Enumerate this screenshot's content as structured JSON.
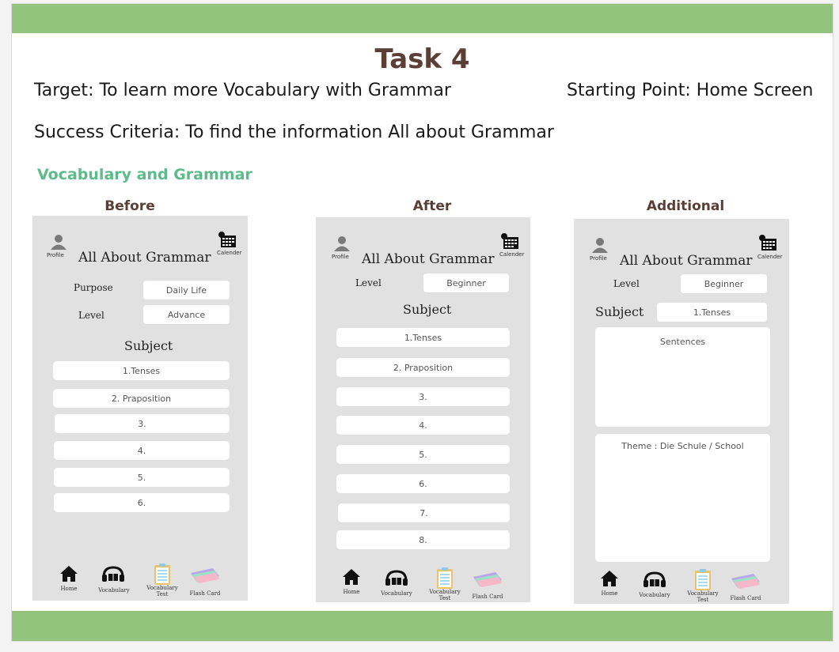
{
  "task": {
    "title": "Task 4",
    "target": "Target: To learn more Vocabulary with Grammar",
    "starting_point": "Starting Point: Home Screen",
    "success_criteria": "Success Criteria: To find the information All about Grammar",
    "section_heading": "Vocabulary and Grammar"
  },
  "colors": {
    "band": "#93c47d",
    "heading": "#5dbb8a",
    "title": "#5b3f37",
    "phone_bg": "#e1e1e1"
  },
  "phone_common": {
    "profile_label": "Profile",
    "calendar_label": "Calender",
    "app_title": "All About Grammar",
    "profile_icon": "profile-icon",
    "calendar_icon": "calendar-icon",
    "nav": {
      "home": "Home",
      "vocabulary": "Vocabulary",
      "vocabulary_test_1": "Vocabulary",
      "vocabulary_test_2": "Test",
      "flash_card": "Flash Card"
    }
  },
  "before": {
    "label": "Before",
    "purpose_label": "Purpose",
    "purpose_value": "Daily Life",
    "level_label": "Level",
    "level_value": "Advance",
    "subject_label": "Subject",
    "items": [
      "1.Tenses",
      "2. Praposition",
      "3.",
      "4.",
      "5.",
      "6."
    ]
  },
  "after": {
    "label": "After",
    "level_label": "Level",
    "level_value": "Beginner",
    "subject_label": "Subject",
    "items": [
      "1.Tenses",
      "2. Praposition",
      "3.",
      "4.",
      "5.",
      "6.",
      "7.",
      "8."
    ]
  },
  "additional": {
    "label": "Additional",
    "level_label": "Level",
    "level_value": "Beginner",
    "subject_label": "Subject",
    "subject_value": "1.Tenses",
    "sentences_panel": "Sentences",
    "theme_panel": "Theme : Die Schule / School"
  }
}
